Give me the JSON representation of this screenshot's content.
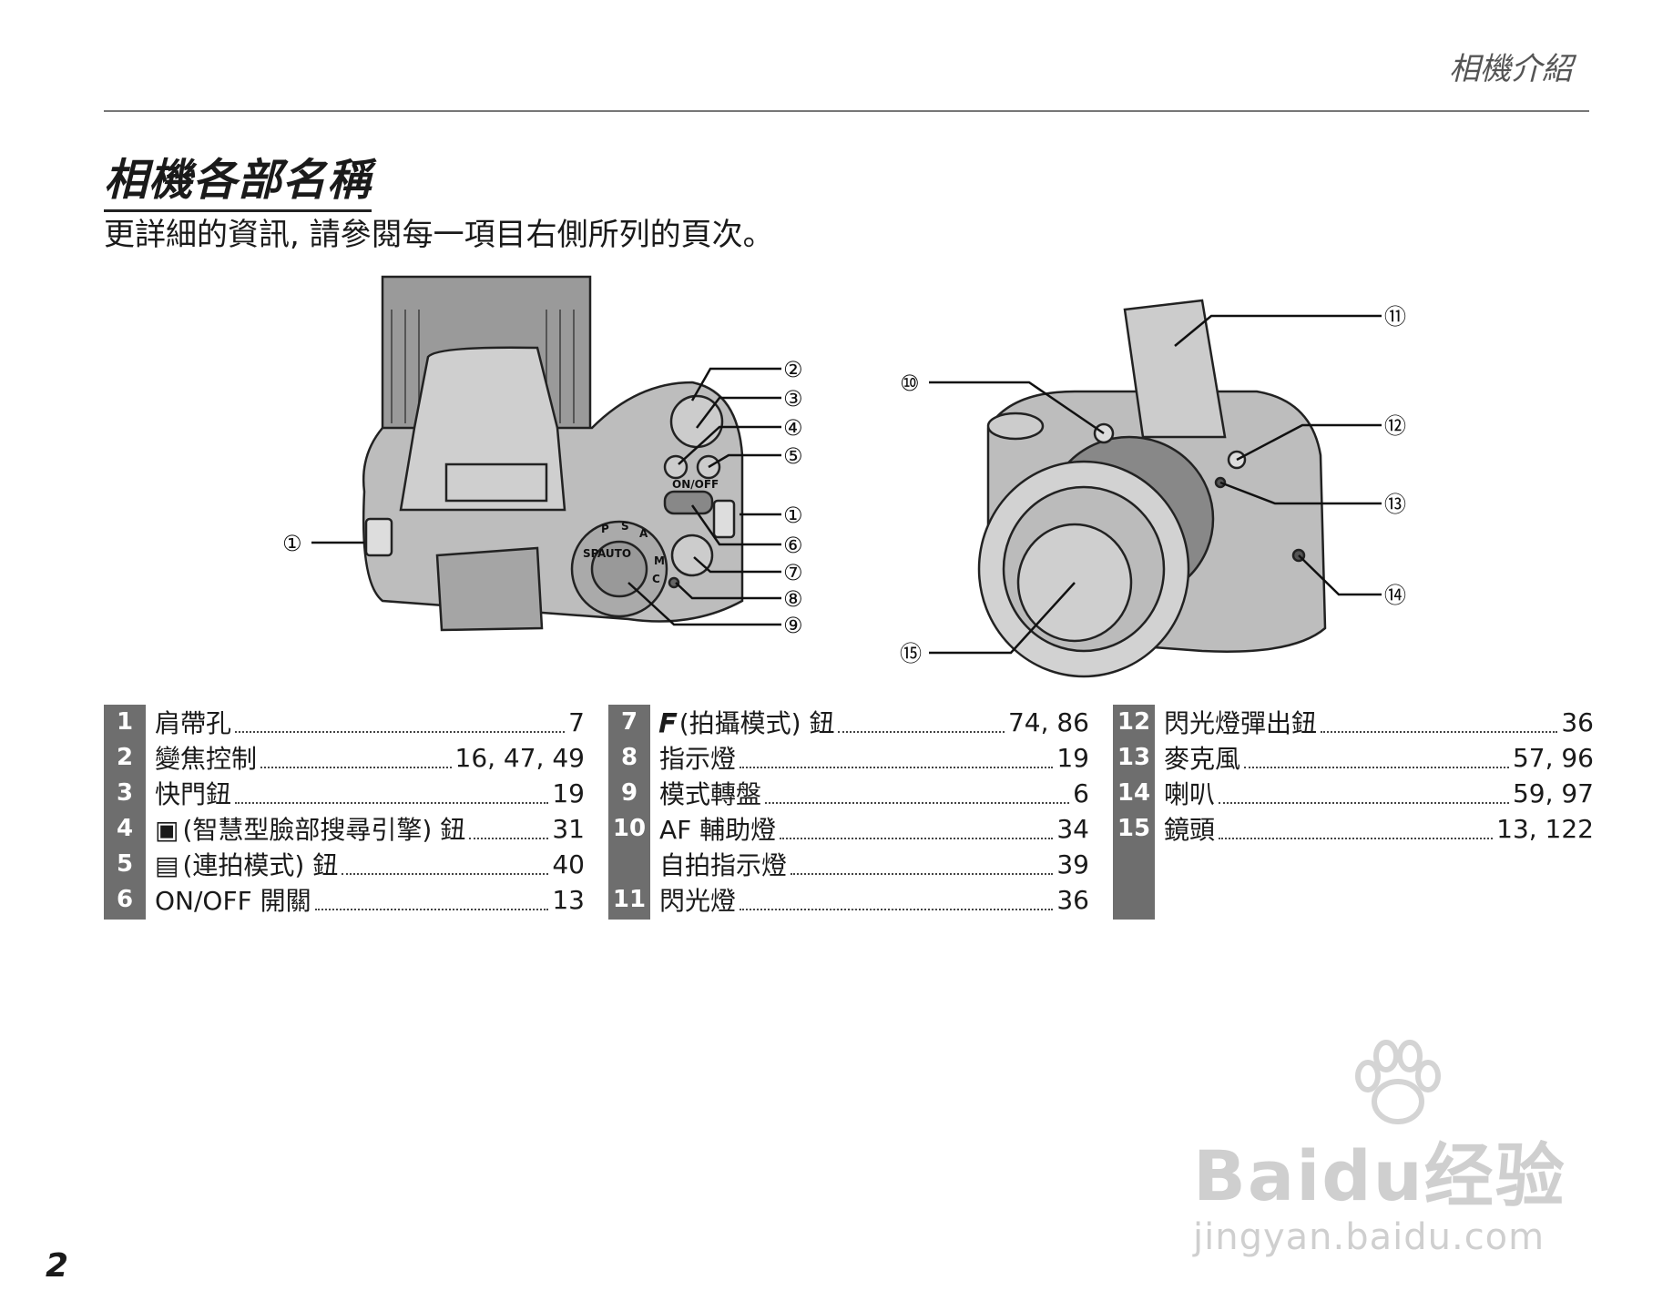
{
  "header": {
    "section": "相機介紹"
  },
  "title": "相機各部名稱",
  "subtitle": "更詳細的資訊, 請參閱每一項目右側所列的頁次。",
  "figure": {
    "top_view_labels": [
      "①",
      "②",
      "③",
      "④",
      "⑤",
      "①",
      "⑥",
      "⑦",
      "⑧",
      "⑨"
    ],
    "front_view_labels": [
      "⑩",
      "⑪",
      "⑫",
      "⑬",
      "⑭",
      "⑮"
    ],
    "dial_text": [
      "P",
      "S",
      "A",
      "M",
      "C",
      "SP",
      "AUTO"
    ],
    "switch_text": "ON/OFF"
  },
  "parts": [
    [
      {
        "num": "1",
        "name": "肩帶孔",
        "page": "7"
      },
      {
        "num": "2",
        "name": "變焦控制",
        "page": "16, 47, 49"
      },
      {
        "num": "3",
        "name": "快門鈕",
        "page": "19"
      },
      {
        "num": "4",
        "name": "(智慧型臉部搜尋引擎) 鈕",
        "page": "31",
        "icon": "face-detect-icon"
      },
      {
        "num": "5",
        "name": "(連拍模式) 鈕",
        "page": "40",
        "icon": "burst-mode-icon"
      },
      {
        "num": "6",
        "name": "ON/OFF 開關",
        "page": "13"
      }
    ],
    [
      {
        "num": "7",
        "name": "(拍攝模式) 鈕",
        "page": "74, 86",
        "icon": "f-mode-icon"
      },
      {
        "num": "8",
        "name": "指示燈",
        "page": "19"
      },
      {
        "num": "9",
        "name": "模式轉盤",
        "page": "6"
      },
      {
        "num": "10",
        "name": "AF 輔助燈",
        "page": "34"
      },
      {
        "num": "",
        "name": "自拍指示燈",
        "page": "39"
      },
      {
        "num": "11",
        "name": "閃光燈",
        "page": "36"
      }
    ],
    [
      {
        "num": "12",
        "name": "閃光燈彈出鈕",
        "page": "36"
      },
      {
        "num": "13",
        "name": "麥克風",
        "page": "57, 96"
      },
      {
        "num": "14",
        "name": "喇叭",
        "page": "59, 97"
      },
      {
        "num": "15",
        "name": "鏡頭",
        "page": "13, 122"
      }
    ]
  ],
  "page_number": "2",
  "watermark": {
    "main": "Baidu经验",
    "sub": "jingyan.baidu.com"
  }
}
